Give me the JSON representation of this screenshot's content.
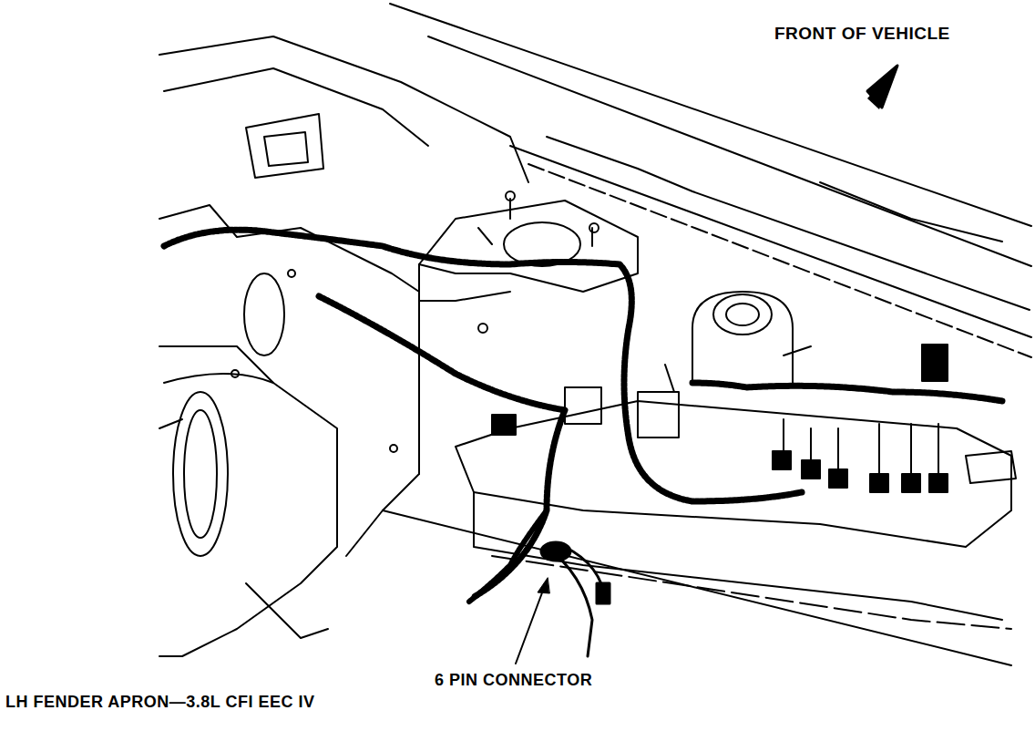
{
  "diagram": {
    "caption": "LH FENDER APRON—3.8L CFI EEC IV",
    "labels": [
      "FRONT OF VEHICLE",
      "6 PIN CONNECTOR"
    ]
  }
}
